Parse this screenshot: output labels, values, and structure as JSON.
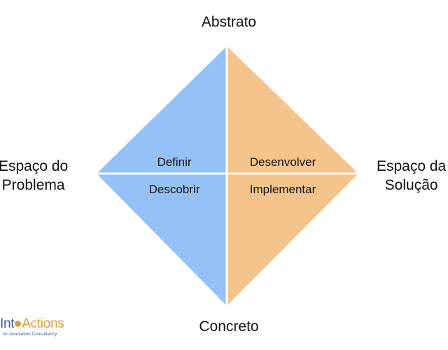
{
  "diagram": {
    "top_label": "Abstrato",
    "bottom_label": "Concreto",
    "left_label": [
      "Espaço do",
      "Problema"
    ],
    "right_label": [
      "Espaço da",
      "Solução"
    ],
    "quadrants": {
      "upper_left": "Definir",
      "lower_left": "Descobrir",
      "upper_right": "Desenvolver",
      "lower_right": "Implementar"
    },
    "colors": {
      "problem_space": "#94c2f8",
      "solution_space": "#f5c48a",
      "divider": "#ffffff"
    }
  },
  "logo": {
    "text_part1": "Int",
    "text_part2": "Actions",
    "tagline": "An Innovation Consultancy",
    "colors": {
      "primary": "#2f5fa8",
      "accent": "#d9a038"
    }
  }
}
